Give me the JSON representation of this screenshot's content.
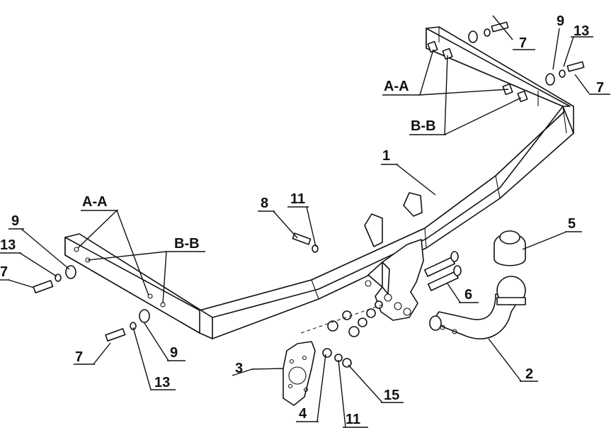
{
  "callouts": {
    "c7_top": "7",
    "c9_right": "9",
    "c13_right": "13",
    "c7_right": "7",
    "aa_top": "A-A",
    "bb_top": "B-B",
    "c1": "1",
    "c8": "8",
    "c11_mid": "11",
    "aa_left": "A-A",
    "bb_left": "B-B",
    "c9_left": "9",
    "c13_left": "13",
    "c7_left": "7",
    "c7_bottom": "7",
    "c9_bottom": "9",
    "c13_bottom": "13",
    "c5": "5",
    "c6": "6",
    "c3": "3",
    "c2": "2",
    "c4": "4",
    "c11_bottom": "11",
    "c15": "15"
  }
}
